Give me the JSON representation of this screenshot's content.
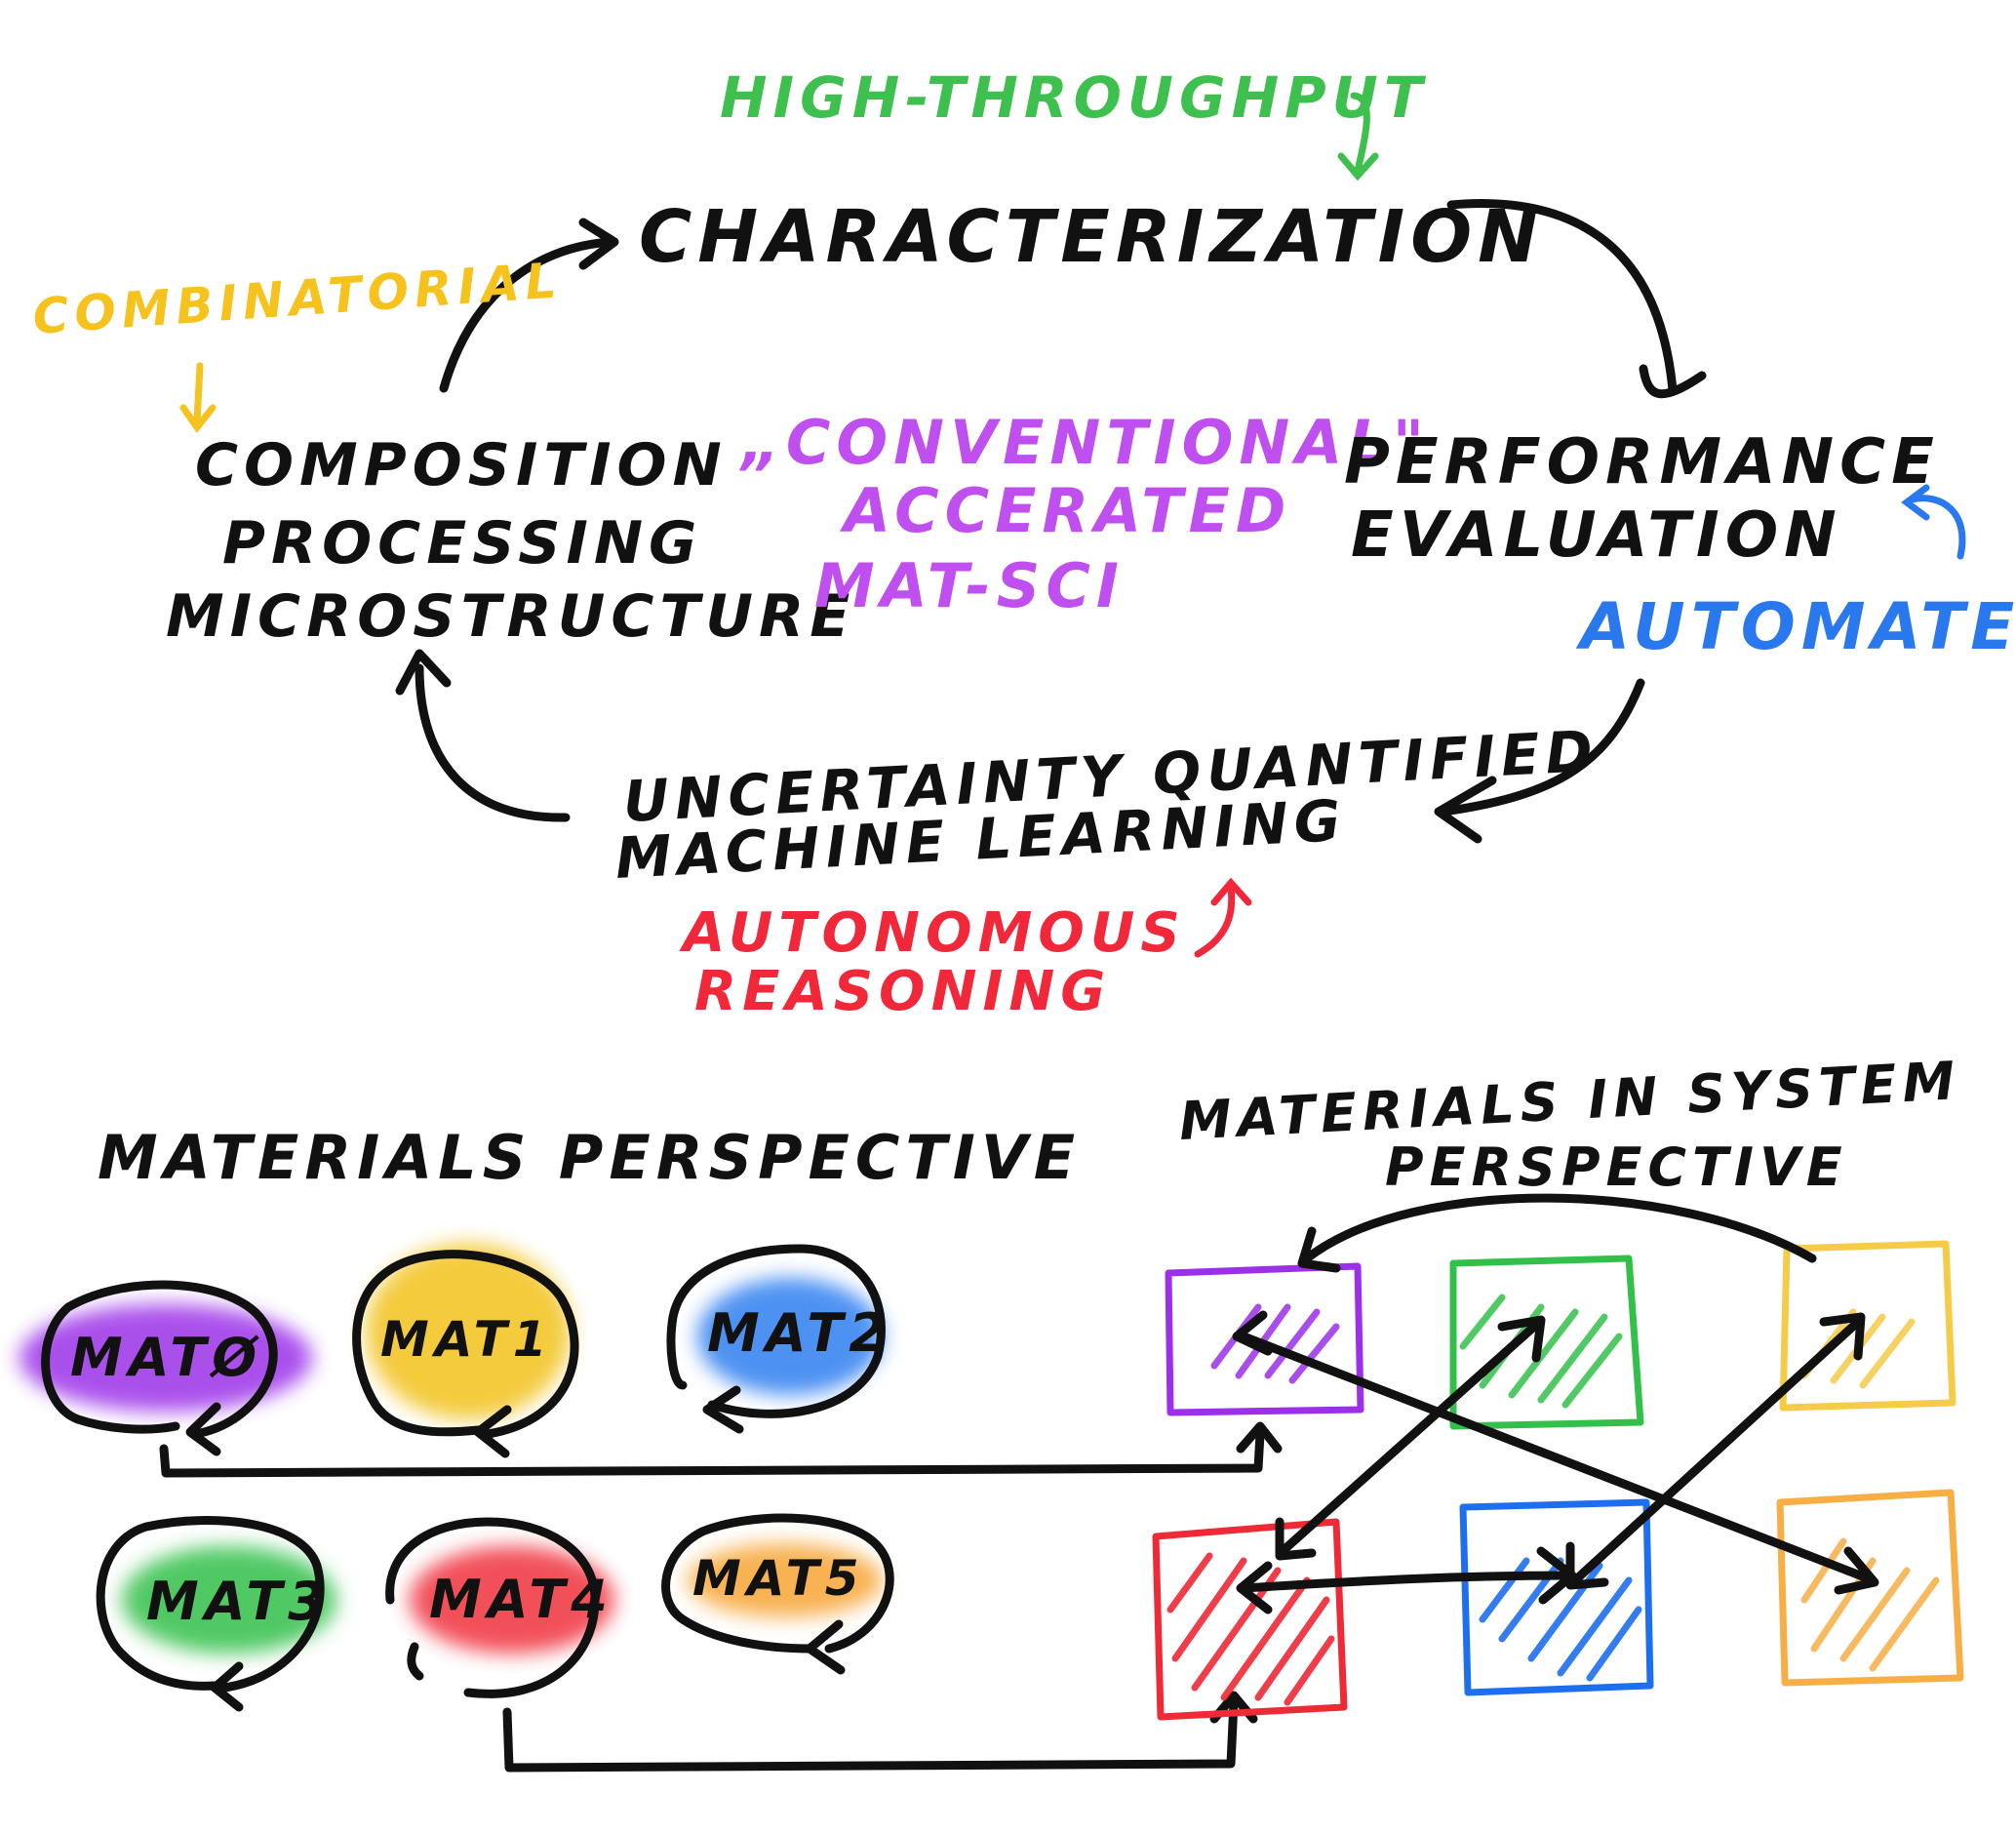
{
  "cycle": {
    "characterization": "CHARACTERIZATION",
    "high_throughput": "HIGH-THROUGHPUT",
    "combinatorial": "COMBINATORIAL",
    "composition": [
      "COMPOSITION",
      "PROCESSING",
      "MICROSTRUCTURE"
    ],
    "performance": [
      "PERFORMANCE",
      "EVALUATION"
    ],
    "automated": "AUTOMATED",
    "uq_ml": [
      "UNCERTAINTY QUANTIFIED",
      "MACHINE LEARNING"
    ],
    "autonomous": [
      "AUTONOMOUS",
      "REASONING"
    ],
    "center": [
      "„CONVENTIONAL\"",
      "ACCERATED",
      "MAT-SCI"
    ]
  },
  "materials_perspective": {
    "title": "MATERIALS PERSPECTIVE",
    "materials": [
      {
        "label": "MATØ",
        "color": "#9b30e8"
      },
      {
        "label": "MAT1",
        "color": "#f2c21b"
      },
      {
        "label": "MAT2",
        "color": "#2e7ff0"
      },
      {
        "label": "MAT3",
        "color": "#33c04a"
      },
      {
        "label": "MAT4",
        "color": "#f0303e"
      },
      {
        "label": "MAT5",
        "color": "#f7a534"
      }
    ]
  },
  "system_perspective": {
    "title": [
      "MATERIALS IN SYSTEM",
      "PERSPECTIVE"
    ],
    "boxes": [
      {
        "color": "#9b30e8"
      },
      {
        "color": "#33c04a"
      },
      {
        "color": "#f5cb47"
      },
      {
        "color": "#ee2a36"
      },
      {
        "color": "#1e6ff0"
      },
      {
        "color": "#f7ae45"
      }
    ]
  },
  "colors": {
    "ink": "#111111",
    "green": "#3dc04d",
    "yellow": "#f5c21e",
    "blue": "#2a78ee",
    "purple": "#c04ff0",
    "red": "#f0283a"
  }
}
